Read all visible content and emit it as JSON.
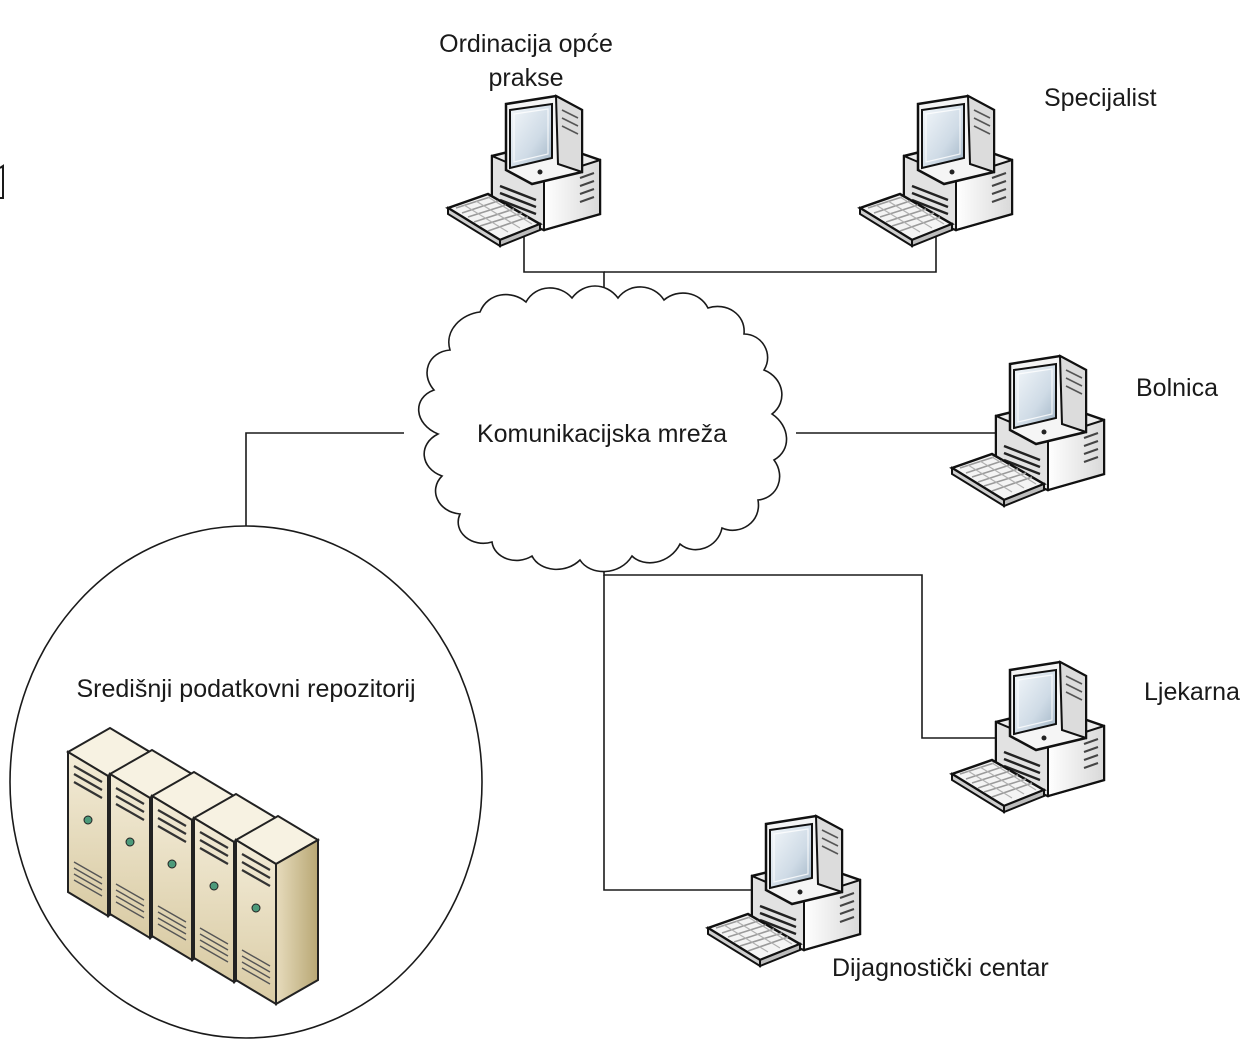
{
  "nodes": {
    "gp_office": {
      "label_line1": "Ordinacija opće",
      "label_line2": "prakse"
    },
    "specialist": {
      "label": "Specijalist"
    },
    "hospital": {
      "label": "Bolnica"
    },
    "pharmacy": {
      "label": "Ljekarna"
    },
    "diagnostic_center": {
      "label": "Dijagnostički centar"
    },
    "network": {
      "label": "Komunikacijska mreža"
    },
    "repository": {
      "label": "Središnji podatkovni repozitorij",
      "server_count": 5
    }
  },
  "edges": [
    {
      "from": "gp_office",
      "to": "network"
    },
    {
      "from": "specialist",
      "to": "network"
    },
    {
      "from": "hospital",
      "to": "network"
    },
    {
      "from": "pharmacy",
      "to": "network"
    },
    {
      "from": "diagnostic_center",
      "to": "network"
    },
    {
      "from": "repository",
      "to": "network"
    }
  ]
}
